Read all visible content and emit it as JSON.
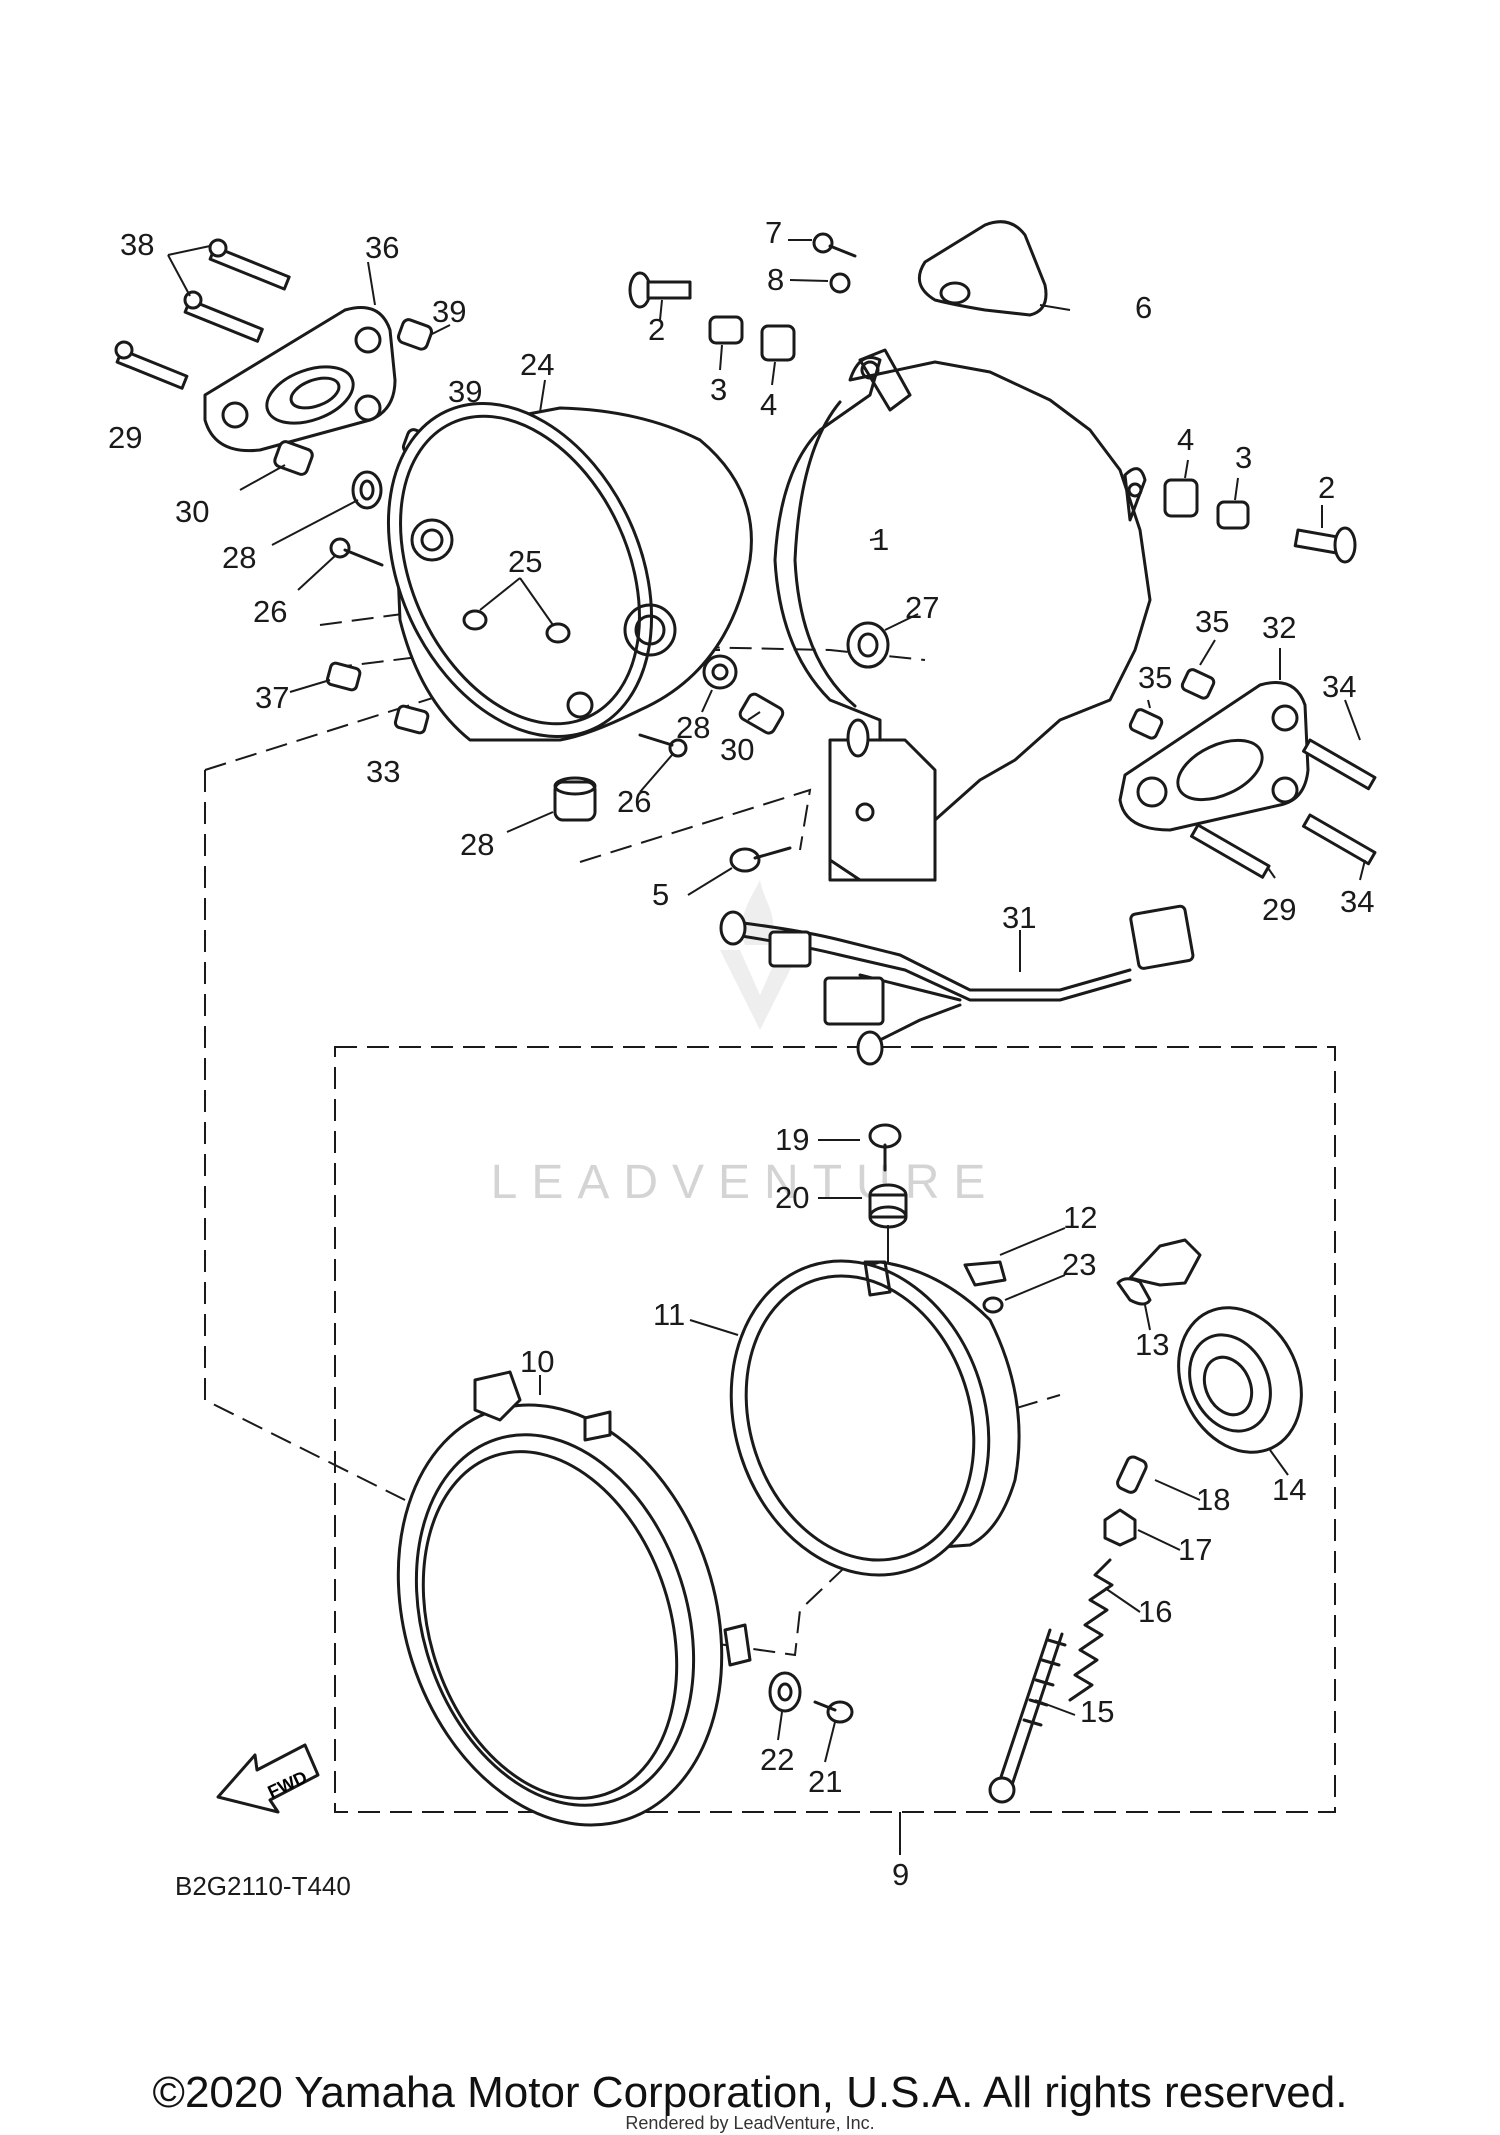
{
  "diagram_code": "B2G2110-T440",
  "fwd_label": "FWD",
  "watermark": "LEADVENTURE",
  "copyright": "©2020 Yamaha Motor Corporation, U.S.A. All rights reserved.",
  "rendered_by": "Rendered by LeadVenture, Inc.",
  "callouts": [
    "1",
    "2",
    "3",
    "4",
    "5",
    "6",
    "7",
    "8",
    "9",
    "10",
    "11",
    "12",
    "13",
    "14",
    "15",
    "16",
    "17",
    "18",
    "19",
    "20",
    "21",
    "22",
    "23",
    "24",
    "25",
    "26",
    "27",
    "28",
    "29",
    "30",
    "31",
    "32",
    "33",
    "34",
    "35",
    "36",
    "37",
    "38",
    "39"
  ],
  "label_instances": [
    "38",
    "36",
    "39",
    "39",
    "29",
    "30",
    "24",
    "28",
    "26",
    "25",
    "37",
    "33",
    "28",
    "26",
    "28",
    "7",
    "8",
    "6",
    "2",
    "3",
    "4",
    "1",
    "27",
    "30",
    "5",
    "4",
    "3",
    "2",
    "35",
    "32",
    "35",
    "34",
    "34",
    "29",
    "31",
    "19",
    "20",
    "12",
    "23",
    "11",
    "13",
    "10",
    "14",
    "18",
    "17",
    "16",
    "15",
    "22",
    "21",
    "9"
  ]
}
